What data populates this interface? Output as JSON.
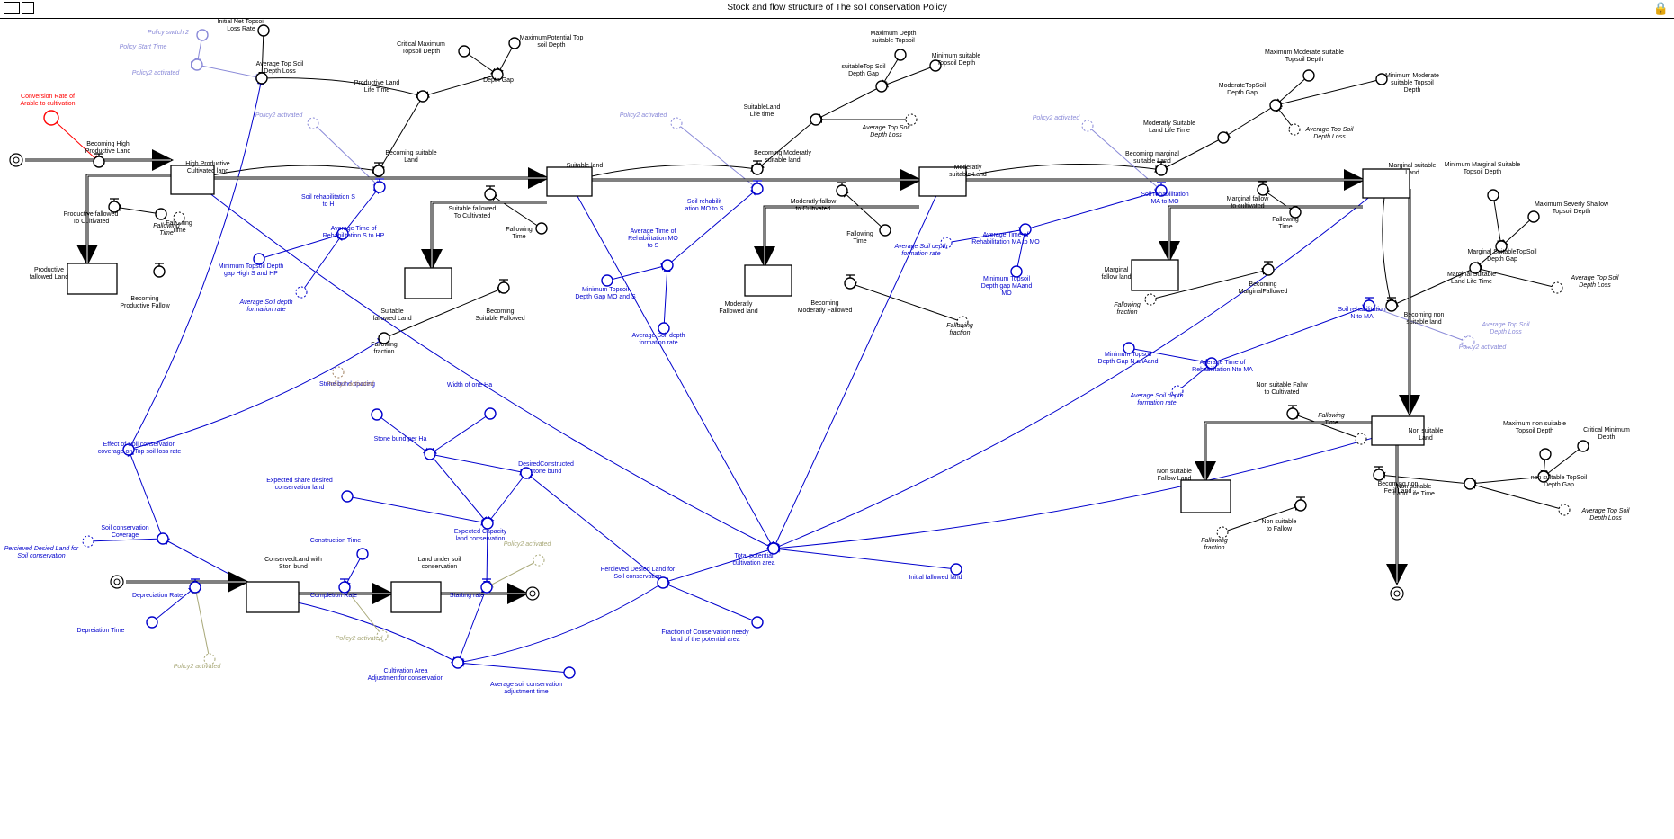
{
  "window": {
    "title": "Stock and flow structure of The soil conservation Policy",
    "left_icons": [
      "sketch-tool-icon",
      "view-icon"
    ],
    "right_icon": "lock-icon"
  },
  "colors": {
    "black": "#000000",
    "blue": "#0000cc",
    "lavender": "#8a8ad8",
    "red": "#ff0000",
    "olive": "#a8a878",
    "brown": "#a08060"
  },
  "diagram": {
    "stocks": [
      {
        "id": "hpcl",
        "label": [
          "High Productive",
          "Cultivated land"
        ]
      },
      {
        "id": "suit",
        "label": [
          "Suitable land"
        ]
      },
      {
        "id": "msl",
        "label": [
          "Moderatly",
          "suitable Land"
        ]
      },
      {
        "id": "marg",
        "label": [
          "Marginal suitable",
          "Land"
        ]
      },
      {
        "id": "nsl",
        "label": [
          "Non suitable",
          "Land"
        ]
      },
      {
        "id": "pfl",
        "label": [
          "Productive",
          "fallowed Land"
        ]
      },
      {
        "id": "sfl",
        "label": [
          "Suitable",
          "fallowed Land"
        ]
      },
      {
        "id": "mfl",
        "label": [
          "Moderatly",
          "Fallowed land"
        ]
      },
      {
        "id": "mgfl",
        "label": [
          "Marginal",
          "fallow land"
        ]
      },
      {
        "id": "nsfl",
        "label": [
          "Non suitable",
          "Fallow Land"
        ]
      },
      {
        "id": "cls",
        "label": [
          "ConservedLand with",
          "Ston bund"
        ]
      },
      {
        "id": "luc",
        "label": [
          "Land under soil",
          "conservation"
        ]
      }
    ],
    "flows": [
      {
        "id": "f_bhpl",
        "label": [
          "Becoming High",
          "Productive Land"
        ]
      },
      {
        "id": "f_bsl",
        "label": [
          "Becoming suitable",
          "Land"
        ]
      },
      {
        "id": "f_bmsl",
        "label": [
          "Becoming Moderatly",
          "suitable land"
        ]
      },
      {
        "id": "f_bmgl",
        "label": [
          "Becoming marginal",
          "suitable Land"
        ]
      },
      {
        "id": "f_pftc",
        "label": [
          "Productive fallowed",
          "To Cultivated"
        ]
      },
      {
        "id": "f_bpf",
        "label": [
          "Becoming",
          "Productive Fallow"
        ]
      },
      {
        "id": "f_sftc",
        "label": [
          "Suitable fallowed",
          "To Cultivated"
        ]
      },
      {
        "id": "f_bsf",
        "label": [
          "Becoming",
          "Suitable Fallowed"
        ]
      },
      {
        "id": "f_mftc",
        "label": [
          "Moderatly fallow",
          "to Cultivated"
        ]
      },
      {
        "id": "f_bmf",
        "label": [
          "Becoming",
          "Moderatly Fallowed"
        ]
      },
      {
        "id": "f_mgtc",
        "label": [
          "Marginal fallow",
          "to cultivated"
        ]
      },
      {
        "id": "f_bmgf",
        "label": [
          "Becoming",
          "MarginalFallowed"
        ]
      },
      {
        "id": "f_bnsl",
        "label": [
          "Becoming non",
          "suitable land"
        ]
      },
      {
        "id": "f_nftc",
        "label": [
          "Non suitable Fallw",
          "to Cultivated"
        ]
      },
      {
        "id": "f_nstf",
        "label": [
          "Non suitable",
          "to Fallow"
        ]
      },
      {
        "id": "f_bnfl",
        "label": [
          "Becoming non",
          "Fetil Land"
        ]
      },
      {
        "id": "f_sr2h",
        "label": [
          "Soil rehabilitation S",
          "to H"
        ]
      },
      {
        "id": "f_srmo",
        "label": [
          "Soil rehabilit",
          "ation MO to S"
        ]
      },
      {
        "id": "f_srma",
        "label": [
          "Soil rehabilitation",
          "MA to MO"
        ]
      },
      {
        "id": "f_srnm",
        "label": [
          "Soil rehabilitation",
          "N to MA"
        ]
      },
      {
        "id": "f_dep",
        "label": [
          "Depreciation Rate"
        ]
      },
      {
        "id": "f_comp",
        "label": [
          "Completion Rate"
        ]
      },
      {
        "id": "f_start",
        "label": [
          "Starting rate"
        ]
      }
    ],
    "black_vars": [
      {
        "id": "init_loss",
        "label": [
          "Initial Net Topsoil",
          "Loss Rate"
        ]
      },
      {
        "id": "avg_loss",
        "label": [
          "Average  Top Soil",
          "Depth Loss"
        ]
      },
      {
        "id": "crit_max",
        "label": [
          "Critical Maximum",
          "Topsoil Depth"
        ]
      },
      {
        "id": "max_pot",
        "label": [
          "MaximumPotential Top",
          "soil Depth"
        ]
      },
      {
        "id": "dgap",
        "label": [
          "Depth Gap"
        ]
      },
      {
        "id": "plt",
        "label": [
          "Productive Land",
          "Life Time"
        ]
      },
      {
        "id": "max_suit",
        "label": [
          "Maximum Depth",
          "suitable Topsoil"
        ]
      },
      {
        "id": "min_suit",
        "label": [
          "Minimum suitable",
          "Topsoil Depth"
        ]
      },
      {
        "id": "suit_gap",
        "label": [
          "suitableTop Soil",
          "Depth Gap"
        ]
      },
      {
        "id": "slt",
        "label": [
          "SuitableLand",
          "Life time"
        ]
      },
      {
        "id": "max_mod",
        "label": [
          "Maximum Moderate suitable",
          "Topsoil Depth"
        ]
      },
      {
        "id": "min_mod",
        "label": [
          "Minimum Moderate",
          "suitable Topsoil",
          "Depth"
        ]
      },
      {
        "id": "mod_gap",
        "label": [
          "ModerateTopSoil",
          "Depth Gap"
        ]
      },
      {
        "id": "mslt",
        "label": [
          "Moderatly Suitable",
          "Land Life Time"
        ]
      },
      {
        "id": "min_marg",
        "label": [
          "Minimum Marginal Suitable",
          "Topsoil Depth"
        ]
      },
      {
        "id": "max_sev",
        "label": [
          "Maximum Severly Shallow",
          "Topsoil Depth"
        ]
      },
      {
        "id": "marg_gap",
        "label": [
          "Marginal SuitableTopSoil",
          "Depth Gap"
        ]
      },
      {
        "id": "marg_lt",
        "label": [
          "Marginal Suitable",
          "Land Life Time"
        ]
      },
      {
        "id": "max_ns",
        "label": [
          "Maximum non suitable",
          "Topsoil Depth"
        ]
      },
      {
        "id": "crit_min",
        "label": [
          "Critical Minimum",
          "Depth"
        ]
      },
      {
        "id": "ns_gap",
        "label": [
          "non suitable TopSoil",
          "Depth Gap"
        ]
      },
      {
        "id": "nslt",
        "label": [
          "Non suitable",
          "Land Life Time"
        ]
      },
      {
        "id": "ft1",
        "label": [
          "Fallowing",
          "Time"
        ]
      },
      {
        "id": "ft2",
        "label": [
          "Fallowing",
          "Time"
        ]
      },
      {
        "id": "ff1",
        "label": [
          "Fallowing",
          "fraction"
        ]
      },
      {
        "id": "ft3",
        "label": [
          "Fallowing",
          "Time"
        ]
      },
      {
        "id": "ft4",
        "label": [
          "Fallowing",
          "Time"
        ]
      }
    ],
    "ghost_vars": [
      {
        "id": "g_ft1",
        "label": [
          "Fallowing",
          "Time"
        ]
      },
      {
        "id": "g_ff2",
        "label": [
          "Fallowing",
          "fraction"
        ]
      },
      {
        "id": "g_ff3",
        "label": [
          "Fallowing",
          "fraction"
        ]
      },
      {
        "id": "g_ft5",
        "label": [
          "Fallowing",
          "Time"
        ]
      },
      {
        "id": "g_ff4",
        "label": [
          "Fallowing",
          "fraction"
        ]
      },
      {
        "id": "g_al1",
        "label": [
          "Average  Top Soil",
          "Depth Loss"
        ]
      },
      {
        "id": "g_al2",
        "label": [
          "Average  Top Soil",
          "Depth Loss"
        ]
      },
      {
        "id": "g_al3",
        "label": [
          "Average  Top Soil",
          "Depth Loss"
        ]
      },
      {
        "id": "g_al4",
        "label": [
          "Average  Top Soil",
          "Depth Loss"
        ]
      }
    ],
    "blue_vars": [
      {
        "id": "eff_cov",
        "label": [
          "Effect of Soil conservation",
          "coverage on Top soil loss rate"
        ]
      },
      {
        "id": "atr_s_hp",
        "label": [
          "Average Time of",
          "Rehabilitation S to HP"
        ]
      },
      {
        "id": "min_hs",
        "label": [
          "Minimum Topsoil Depth",
          "gap High S and HP"
        ]
      },
      {
        "id": "atr_mo",
        "label": [
          "Average  Time of",
          "Rehabilitation MO",
          "to S"
        ]
      },
      {
        "id": "min_mos",
        "label": [
          "Minimum Topsoil",
          "Depth Gap MO and S"
        ]
      },
      {
        "id": "asdf2",
        "label": [
          "Average Soil depth",
          "formation rate"
        ]
      },
      {
        "id": "atr_ma",
        "label": [
          "Average Time of",
          "Rehabilitation MA to MO"
        ]
      },
      {
        "id": "min_mamo",
        "label": [
          "Minimum Topsoil",
          "Depth gap MAand",
          "MO"
        ]
      },
      {
        "id": "atr_nma",
        "label": [
          "Average  Time of",
          "Rehabilitation Nto MA"
        ]
      },
      {
        "id": "min_nma",
        "label": [
          "Minimum Topsoil",
          "Depth Gap N anAand"
        ]
      },
      {
        "id": "sbs",
        "label": [
          "Stone bund spacing"
        ]
      },
      {
        "id": "woh",
        "label": [
          "Width of one Ha"
        ]
      },
      {
        "id": "sbph",
        "label": [
          "Stone bund per Ha"
        ]
      },
      {
        "id": "dcsb",
        "label": [
          "DesiredConstructed",
          "stone bund"
        ]
      },
      {
        "id": "esd",
        "label": [
          "Expected  share desired",
          "conservation land"
        ]
      },
      {
        "id": "ecap",
        "label": [
          "Expected Capacity",
          "land conservation"
        ]
      },
      {
        "id": "ctime",
        "label": [
          "Construction Time"
        ]
      },
      {
        "id": "scc",
        "label": [
          "Soil conservation",
          "Coverage"
        ]
      },
      {
        "id": "tpca",
        "label": [
          "Total  potential",
          "cultivation area"
        ]
      },
      {
        "id": "ifl",
        "label": [
          "Initial fallowed land"
        ]
      },
      {
        "id": "pdl",
        "label": [
          "Percieved Desied Land for",
          "Soil conservation"
        ]
      },
      {
        "id": "fcn",
        "label": [
          "Fraction of Conservation needy",
          "land of the potential area"
        ]
      },
      {
        "id": "dtime",
        "label": [
          "Depreiation Time"
        ]
      },
      {
        "id": "caa",
        "label": [
          "Cultivation Area",
          "Adjustmentfor conservation"
        ]
      },
      {
        "id": "asct",
        "label": [
          "Average soil conservation",
          "adjustment time"
        ]
      }
    ],
    "blue_ghost_vars": [
      {
        "id": "asdf1",
        "label": [
          "Average Soil depth",
          "formation rate"
        ]
      },
      {
        "id": "asdf3",
        "label": [
          "Average Soil depth",
          "formation rate"
        ]
      },
      {
        "id": "asdf4",
        "label": [
          "Average Soil depth",
          "formation rate"
        ]
      },
      {
        "id": "pdl_g",
        "label": [
          "Percieved Desied Land for",
          "Soil conservation"
        ]
      }
    ],
    "lavender_vars": [
      {
        "id": "ps2",
        "label": [
          "Policy switch 2"
        ]
      },
      {
        "id": "pst",
        "label": [
          "Policy Start Time"
        ]
      },
      {
        "id": "p2a_main",
        "label": [
          "Policy2 activated"
        ]
      }
    ],
    "lavender_ghosts": [
      {
        "id": "p2a_1",
        "label": [
          "Policy2 activated"
        ]
      },
      {
        "id": "p2a_2",
        "label": [
          "Policy2 activated"
        ]
      },
      {
        "id": "p2a_3",
        "label": [
          "Policy2 activated"
        ]
      },
      {
        "id": "p2a_4",
        "label": [
          "Policy2 activated"
        ]
      },
      {
        "id": "g_al5",
        "label": [
          "Average  Top Soil",
          "Depth Loss"
        ]
      }
    ],
    "brown_ghosts": [
      {
        "id": "p2a_5",
        "label": [
          "Policy2 activated"
        ]
      }
    ],
    "olive_ghosts": [
      {
        "id": "p2a_6",
        "label": [
          "Policy2 activated"
        ]
      },
      {
        "id": "p2a_7",
        "label": [
          "Policy2 activated"
        ]
      },
      {
        "id": "p2a_8",
        "label": [
          "Policy2 activated"
        ]
      }
    ],
    "red_vars": [
      {
        "id": "conv",
        "label": [
          "Conversion Rate of",
          "Arable to cultivation"
        ]
      }
    ]
  }
}
